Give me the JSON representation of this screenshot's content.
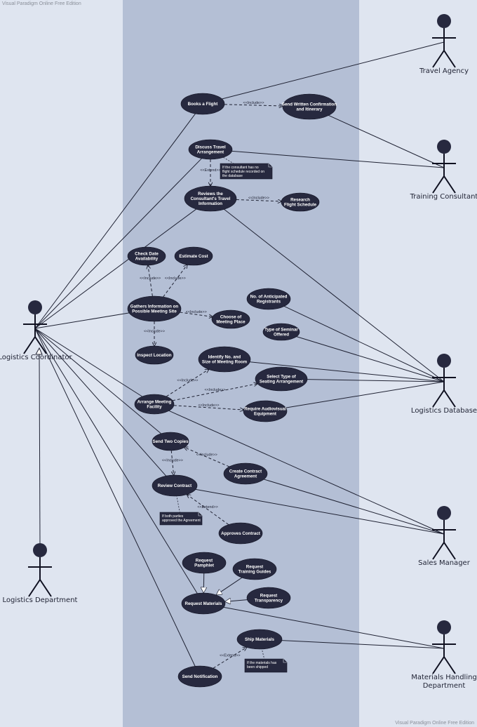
{
  "watermark": {
    "top": "Visual Paradigm Online Free Edition",
    "bottom": "Visual Paradigm Online Free Edition"
  },
  "actors": [
    {
      "id": "travel_agency",
      "label": "Travel Agency"
    },
    {
      "id": "training_consultant",
      "label": "Training Consultant"
    },
    {
      "id": "logistics_coordinator",
      "label": "Logistics Coordinator"
    },
    {
      "id": "logistics_database",
      "label": "Logistics Database"
    },
    {
      "id": "logistics_department",
      "label": "Logistics Department"
    },
    {
      "id": "sales_manager",
      "label": "Sales Manager"
    },
    {
      "id": "materials_handling",
      "label": [
        "Materials Handling",
        "Department"
      ]
    }
  ],
  "use_cases": [
    {
      "id": "books_flight",
      "label": [
        "Books a Flight"
      ]
    },
    {
      "id": "send_written",
      "label": [
        "Send Written Confirmation",
        "and Itinerary"
      ]
    },
    {
      "id": "discuss_travel",
      "label": [
        "Discuss Travel",
        "Arrangement"
      ]
    },
    {
      "id": "reviews_info",
      "label": [
        "Reviews the",
        "Consultant's Travel",
        "Information"
      ]
    },
    {
      "id": "research_flight",
      "label": [
        "Research",
        "Flight Schedule"
      ]
    },
    {
      "id": "check_date",
      "label": [
        "Check Date",
        "Availability"
      ]
    },
    {
      "id": "estimate_cost",
      "label": [
        "Estimate Cost"
      ]
    },
    {
      "id": "gathers_info",
      "label": [
        "Gathers Information on",
        "Possible Meeting Site"
      ]
    },
    {
      "id": "choose_place",
      "label": [
        "Choose of",
        "Meeting Place"
      ]
    },
    {
      "id": "inspect_location",
      "label": [
        "Inspect Location"
      ]
    },
    {
      "id": "anticipated",
      "label": [
        "No. of Anticipated",
        "Registrants"
      ]
    },
    {
      "id": "seminar_type",
      "label": [
        "Type of Seminar",
        "Offered"
      ]
    },
    {
      "id": "identify_room",
      "label": [
        "Identify No. and",
        "Size of Meeting Room"
      ]
    },
    {
      "id": "arrange_meeting",
      "label": [
        "Arrange Meeting",
        "Facility"
      ]
    },
    {
      "id": "seating",
      "label": [
        "Select Type of",
        "Seating Arrangement"
      ]
    },
    {
      "id": "audiovisual",
      "label": [
        "Require Audiovisual",
        "Equipment"
      ]
    },
    {
      "id": "send_copies",
      "label": [
        "Send Two Copies"
      ]
    },
    {
      "id": "create_contract",
      "label": [
        "Create Contract",
        "Agreement"
      ]
    },
    {
      "id": "review_contract",
      "label": [
        "Review Contract"
      ]
    },
    {
      "id": "approves_contract",
      "label": [
        "Approves Contract"
      ]
    },
    {
      "id": "req_pamphlet",
      "label": [
        "Request",
        "Pamphlet"
      ]
    },
    {
      "id": "req_guides",
      "label": [
        "Request",
        "Training Guides"
      ]
    },
    {
      "id": "req_transparency",
      "label": [
        "Request",
        "Transparency"
      ]
    },
    {
      "id": "req_materials",
      "label": [
        "Request Materials"
      ]
    },
    {
      "id": "ship_materials",
      "label": [
        "Ship Materials"
      ]
    },
    {
      "id": "send_notification",
      "label": [
        "Send Notification"
      ]
    }
  ],
  "notes": [
    {
      "id": "note_flight",
      "lines": [
        "If the consultant has no",
        "flight schedule recorded on",
        "the database"
      ]
    },
    {
      "id": "note_agreement",
      "lines": [
        "If both parties",
        "approved the Agreement"
      ]
    },
    {
      "id": "note_shipped",
      "lines": [
        "If the materials has",
        "been shipped"
      ]
    }
  ],
  "associations": [
    [
      "logistics_coordinator",
      "books_flight"
    ],
    [
      "logistics_coordinator",
      "discuss_travel"
    ],
    [
      "logistics_coordinator",
      "reviews_info"
    ],
    [
      "logistics_coordinator",
      "gathers_info"
    ],
    [
      "logistics_coordinator",
      "arrange_meeting"
    ],
    [
      "logistics_coordinator",
      "send_copies"
    ],
    [
      "logistics_coordinator",
      "review_contract"
    ],
    [
      "logistics_coordinator",
      "req_materials"
    ],
    [
      "logistics_coordinator",
      "send_notification"
    ],
    [
      "logistics_department",
      "logistics_coordinator"
    ],
    [
      "travel_agency",
      "books_flight"
    ],
    [
      "training_consultant",
      "send_written"
    ],
    [
      "training_consultant",
      "discuss_travel"
    ],
    [
      "logistics_database",
      "reviews_info"
    ],
    [
      "logistics_database",
      "anticipated"
    ],
    [
      "logistics_database",
      "seminar_type"
    ],
    [
      "logistics_database",
      "identify_room"
    ],
    [
      "logistics_database",
      "seating"
    ],
    [
      "logistics_database",
      "audiovisual"
    ],
    [
      "sales_manager",
      "arrange_meeting"
    ],
    [
      "sales_manager",
      "create_contract"
    ],
    [
      "sales_manager",
      "review_contract"
    ],
    [
      "materials_handling",
      "req_materials"
    ],
    [
      "materials_handling",
      "ship_materials"
    ]
  ],
  "dependencies": [
    {
      "from": "books_flight",
      "to": "send_written",
      "label": "<<Include>>"
    },
    {
      "from": "discuss_travel",
      "to": "reviews_info",
      "label": "<<Extend>>"
    },
    {
      "from": "reviews_info",
      "to": "research_flight",
      "label": "<<Include>>"
    },
    {
      "from": "gathers_info",
      "to": "check_date",
      "label": "<<Include>>"
    },
    {
      "from": "gathers_info",
      "to": "estimate_cost",
      "label": "<<Include>>"
    },
    {
      "from": "gathers_info",
      "to": "choose_place",
      "label": "<<Include>>"
    },
    {
      "from": "gathers_info",
      "to": "inspect_location",
      "label": "<<Include>>"
    },
    {
      "from": "arrange_meeting",
      "to": "identify_room",
      "label": "<<Include>>"
    },
    {
      "from": "arrange_meeting",
      "to": "seating",
      "label": "<<Include>>"
    },
    {
      "from": "arrange_meeting",
      "to": "audiovisual",
      "label": "<<Include>>"
    },
    {
      "from": "send_copies",
      "to": "review_contract",
      "label": "<<Include>>"
    },
    {
      "from": "create_contract",
      "to": "send_copies",
      "label": "<<Include>>"
    },
    {
      "from": "approves_contract",
      "to": "review_contract",
      "label": "<<Extend>>"
    },
    {
      "from": "send_notification",
      "to": "ship_materials",
      "label": "<<Extend>>"
    }
  ],
  "generalizations": [
    [
      "req_pamphlet",
      "req_materials"
    ],
    [
      "req_guides",
      "req_materials"
    ],
    [
      "req_transparency",
      "req_materials"
    ]
  ],
  "note_links": [
    [
      "note_flight",
      "discuss_travel"
    ],
    [
      "note_agreement",
      "review_contract"
    ],
    [
      "note_shipped",
      "ship_materials"
    ]
  ],
  "colors": {
    "background": "#dfe5f0",
    "system_boundary": "#b4bfd5",
    "use_case_fill": "#27293f",
    "line": "#1f2233"
  }
}
